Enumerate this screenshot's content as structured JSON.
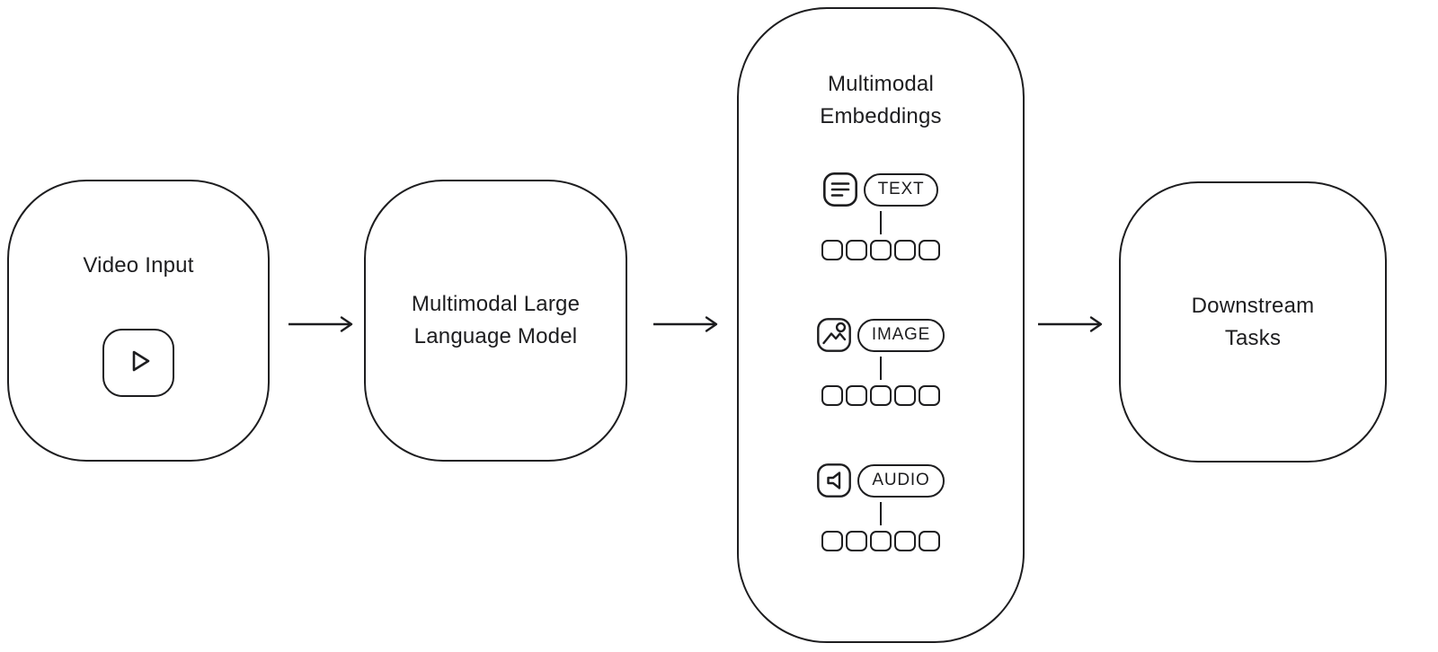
{
  "diagram": {
    "nodes": {
      "video_input": {
        "label": "Video Input",
        "icon": "play-icon"
      },
      "mllm": {
        "label_line1": "Multimodal Large",
        "label_line2": "Language Model"
      },
      "embeddings": {
        "title_line1": "Multimodal",
        "title_line2": "Embeddings"
      },
      "downstream": {
        "label_line1": "Downstream",
        "label_line2": "Tasks"
      }
    },
    "modalities": [
      {
        "label": "TEXT",
        "icon": "text-lines-icon",
        "token_count": 5
      },
      {
        "label": "IMAGE",
        "icon": "image-icon",
        "token_count": 5
      },
      {
        "label": "AUDIO",
        "icon": "speaker-icon",
        "token_count": 5
      }
    ],
    "arrows": {
      "count": 3,
      "direction": "right"
    },
    "colors": {
      "stroke": "#1d1d1f",
      "background": "#ffffff"
    }
  }
}
